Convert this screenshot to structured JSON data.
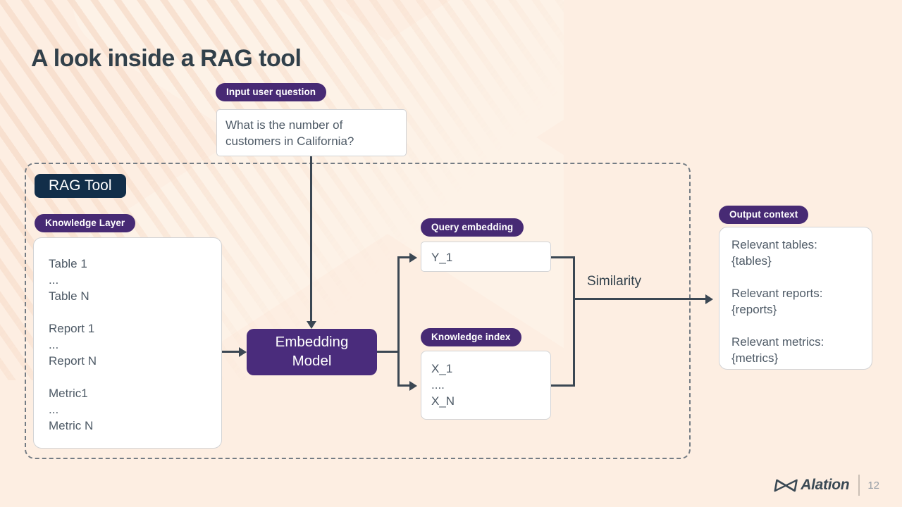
{
  "title": "A look inside a RAG tool",
  "badges": {
    "input": "Input user question",
    "rag_tool": "RAG Tool",
    "knowledge_layer": "Knowledge Layer",
    "query_embedding": "Query embedding",
    "knowledge_index": "Knowledge index",
    "output_context": "Output context"
  },
  "question_box": {
    "lines": [
      "What is the number of",
      "customers in California?"
    ]
  },
  "knowledge_box": {
    "lines": [
      "Table 1",
      "...",
      "Table N",
      "",
      "Report 1",
      "...",
      "Report N",
      "",
      "Metric1",
      "...",
      "Metric N"
    ]
  },
  "embedding": {
    "line1": "Embedding",
    "line2": "Model"
  },
  "query_box": {
    "lines": [
      "Y_1"
    ]
  },
  "index_box": {
    "lines": [
      "X_1",
      "....",
      "X_N"
    ]
  },
  "output_box": {
    "lines": [
      "Relevant tables:",
      "{tables}",
      "",
      "Relevant reports:",
      "{reports}",
      "",
      "Relevant metrics:",
      "{metrics}"
    ]
  },
  "labels": {
    "similarity": "Similarity"
  },
  "footer": {
    "brand": "Alation",
    "page": "12"
  },
  "colors": {
    "badge_purple": "#472a74",
    "embedding_purple": "#4a2c7c",
    "navy_badge": "#122e49",
    "line": "#3b4753",
    "background": "#fdeee2",
    "title_text": "#31404a",
    "body_text": "#4e5a66"
  }
}
